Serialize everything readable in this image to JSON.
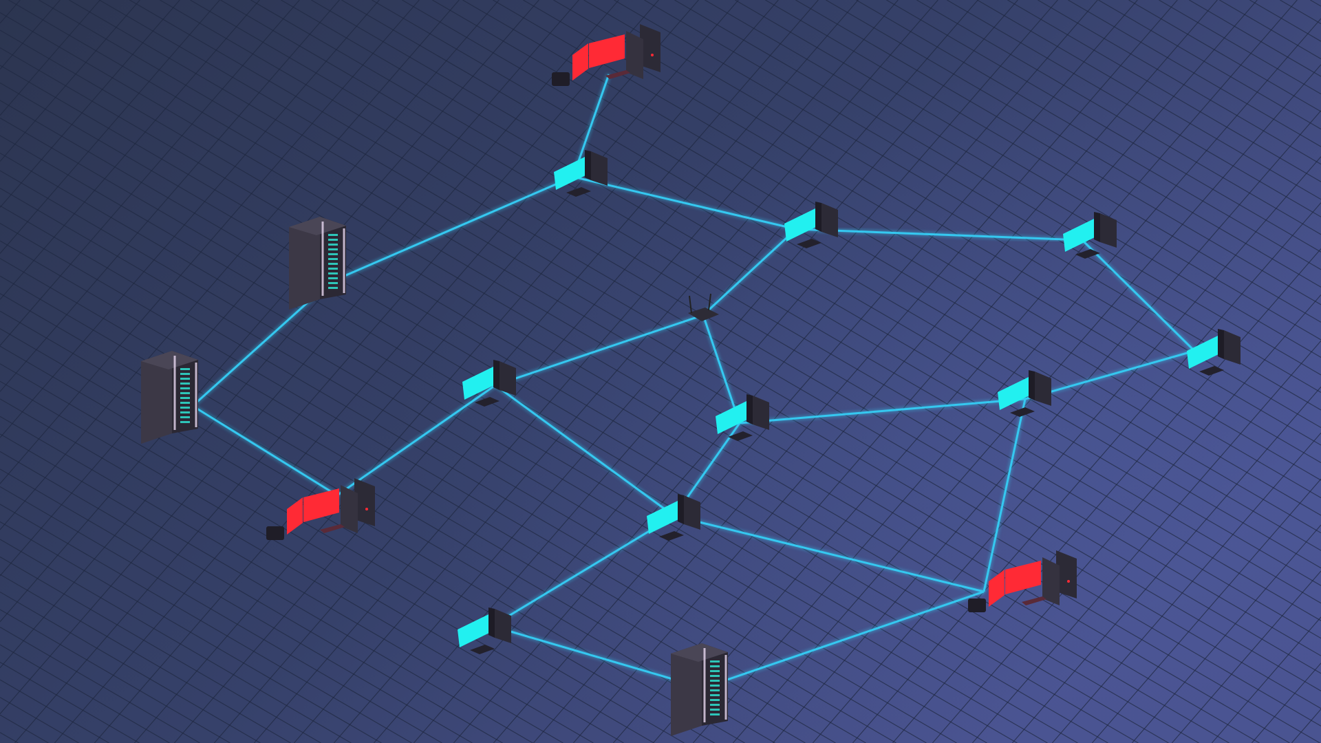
{
  "scene": {
    "colors": {
      "background_left": "#2c3550",
      "background_right": "#4a5390",
      "grid": "#1f2840",
      "link": "#35c8f0",
      "workstation_screen": "#22f0f0",
      "compromised_screen": "#ff2a35",
      "case": "#2c2a36",
      "rack_led": "#2fe0d0"
    },
    "nodes": [
      {
        "id": "A",
        "type": "compromised-workstation"
      },
      {
        "id": "B",
        "type": "workstation"
      },
      {
        "id": "C",
        "type": "workstation"
      },
      {
        "id": "D",
        "type": "workstation"
      },
      {
        "id": "E",
        "type": "server-rack"
      },
      {
        "id": "F",
        "type": "router"
      },
      {
        "id": "G",
        "type": "server-rack"
      },
      {
        "id": "H",
        "type": "workstation"
      },
      {
        "id": "I",
        "type": "workstation"
      },
      {
        "id": "J",
        "type": "workstation"
      },
      {
        "id": "K",
        "type": "workstation"
      },
      {
        "id": "L",
        "type": "compromised-workstation"
      },
      {
        "id": "M",
        "type": "workstation"
      },
      {
        "id": "N",
        "type": "workstation"
      },
      {
        "id": "O",
        "type": "compromised-workstation"
      },
      {
        "id": "P",
        "type": "server-rack"
      }
    ],
    "links": [
      [
        "A",
        "B"
      ],
      [
        "B",
        "E"
      ],
      [
        "B",
        "C"
      ],
      [
        "C",
        "D"
      ],
      [
        "C",
        "F"
      ],
      [
        "D",
        "K"
      ],
      [
        "E",
        "G"
      ],
      [
        "G",
        "L"
      ],
      [
        "L",
        "H"
      ],
      [
        "H",
        "F"
      ],
      [
        "H",
        "M"
      ],
      [
        "F",
        "I"
      ],
      [
        "I",
        "M"
      ],
      [
        "I",
        "J"
      ],
      [
        "J",
        "K"
      ],
      [
        "J",
        "O"
      ],
      [
        "M",
        "N"
      ],
      [
        "M",
        "O"
      ],
      [
        "N",
        "P"
      ],
      [
        "P",
        "O"
      ]
    ]
  }
}
